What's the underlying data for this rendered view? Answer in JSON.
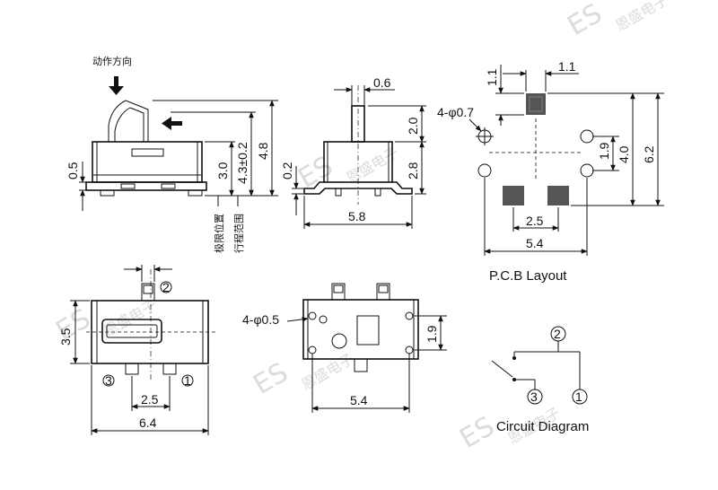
{
  "watermark": {
    "brand": "ES",
    "cn": "恩盛电子"
  },
  "side_view": {
    "direction_label": "动作方向",
    "limit_position": "极限位置",
    "travel_range": "行程范围",
    "dims": {
      "d05": "0.5",
      "d30": "3.0",
      "d43": "4.3±0.2",
      "d48": "4.8"
    }
  },
  "front_view": {
    "dims": {
      "d06": "0.6",
      "d20": "2.0",
      "d28": "2.8",
      "d02": "0.2",
      "d58": "5.8"
    }
  },
  "pcb_layout": {
    "caption": "P.C.B Layout",
    "dims": {
      "d11a": "1.1",
      "d11b": "1.1",
      "hole": "4-φ0.7",
      "d19": "1.9",
      "d40": "4.0",
      "d62": "6.2",
      "d25": "2.5",
      "d54": "5.4"
    }
  },
  "top_view": {
    "pins": {
      "p1": "1",
      "p2": "2",
      "p3": "3"
    },
    "dims": {
      "d35": "3.5",
      "d25": "2.5",
      "d64": "6.4"
    }
  },
  "bottom_view": {
    "dims": {
      "hole": "4-φ0.5",
      "d19": "1.9",
      "d54": "5.4"
    }
  },
  "circuit": {
    "caption": "Circuit Diagram",
    "pins": {
      "p1": "1",
      "p2": "2",
      "p3": "3"
    }
  }
}
